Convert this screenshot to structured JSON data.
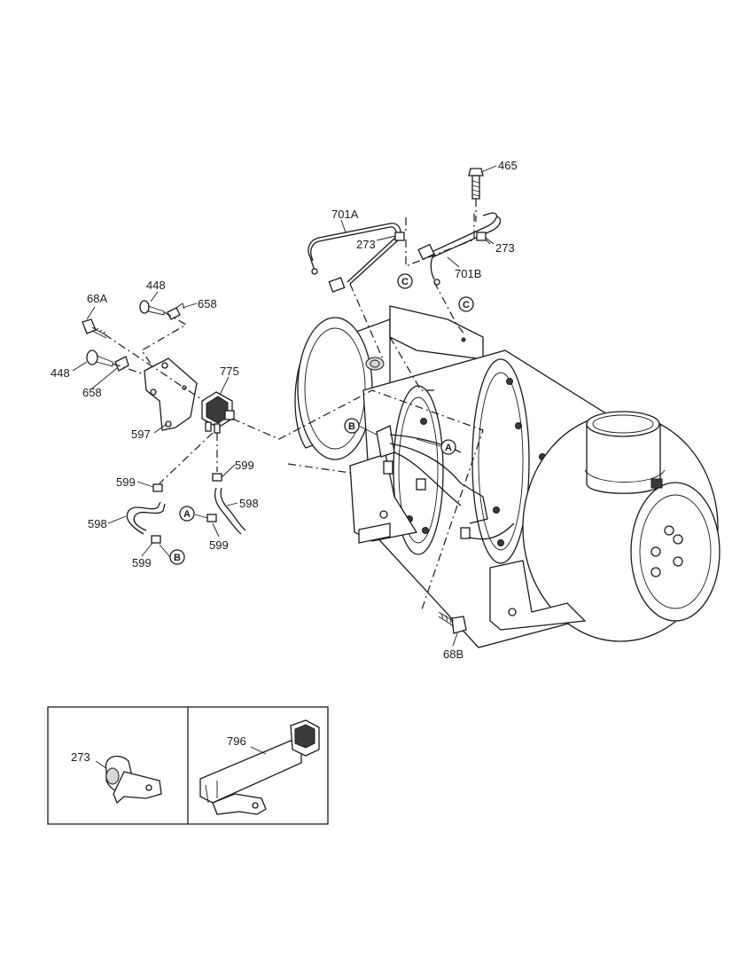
{
  "callouts": {
    "c465": "465",
    "c701A": "701A",
    "c273a": "273",
    "c273b": "273",
    "c701B": "701B",
    "cC1": "C",
    "cC2": "C",
    "c68A": "68A",
    "c448a": "448",
    "c658a": "658",
    "c448b": "448",
    "c658b": "658",
    "c775": "775",
    "c597": "597",
    "cB1": "B",
    "cA1": "A",
    "c599a": "599",
    "c599b": "599",
    "c598a": "598",
    "c598b": "598",
    "cA2": "A",
    "c599c": "599",
    "c599d": "599",
    "cB2": "B",
    "c68B": "68B"
  },
  "inset": {
    "left_label": "273",
    "right_label": "796"
  }
}
